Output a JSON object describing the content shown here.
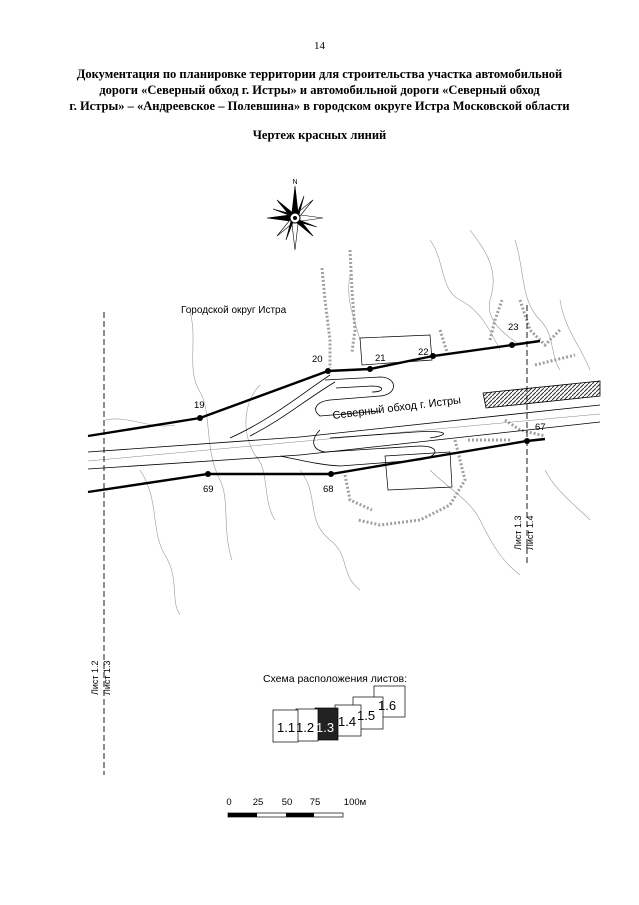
{
  "page_number": "14",
  "document_title": [
    "Документация по планировке территории для строительства участка автомобильной",
    "дороги «Северный обход г. Истры» и автомобильной дороги «Северный обход",
    "г. Истры» – «Андреевское – Полевшина» в городском округе Истра Московской области"
  ],
  "drawing_title": "Чертеж красных линий",
  "compass": {
    "north_label": "N"
  },
  "map_labels": {
    "district": "Городской округ Истра",
    "road": "Северный обход г. Истры"
  },
  "red_line_points": {
    "north": [
      "19",
      "20",
      "21",
      "22",
      "23"
    ],
    "south": [
      "69",
      "68",
      "67"
    ]
  },
  "sheet_boundaries": {
    "left": [
      "Лист 1.2",
      "Лист 1.3"
    ],
    "right": [
      "Лист 1.3",
      "Лист 1.4"
    ]
  },
  "sheet_schema": {
    "title": "Схема расположения листов:",
    "sheets": [
      "1.1",
      "1.2",
      "1.3",
      "1.4",
      "1.5",
      "1.6"
    ],
    "current": "1.3"
  },
  "scale_bar": {
    "ticks": [
      "0",
      "25",
      "50",
      "75",
      "100м"
    ]
  }
}
